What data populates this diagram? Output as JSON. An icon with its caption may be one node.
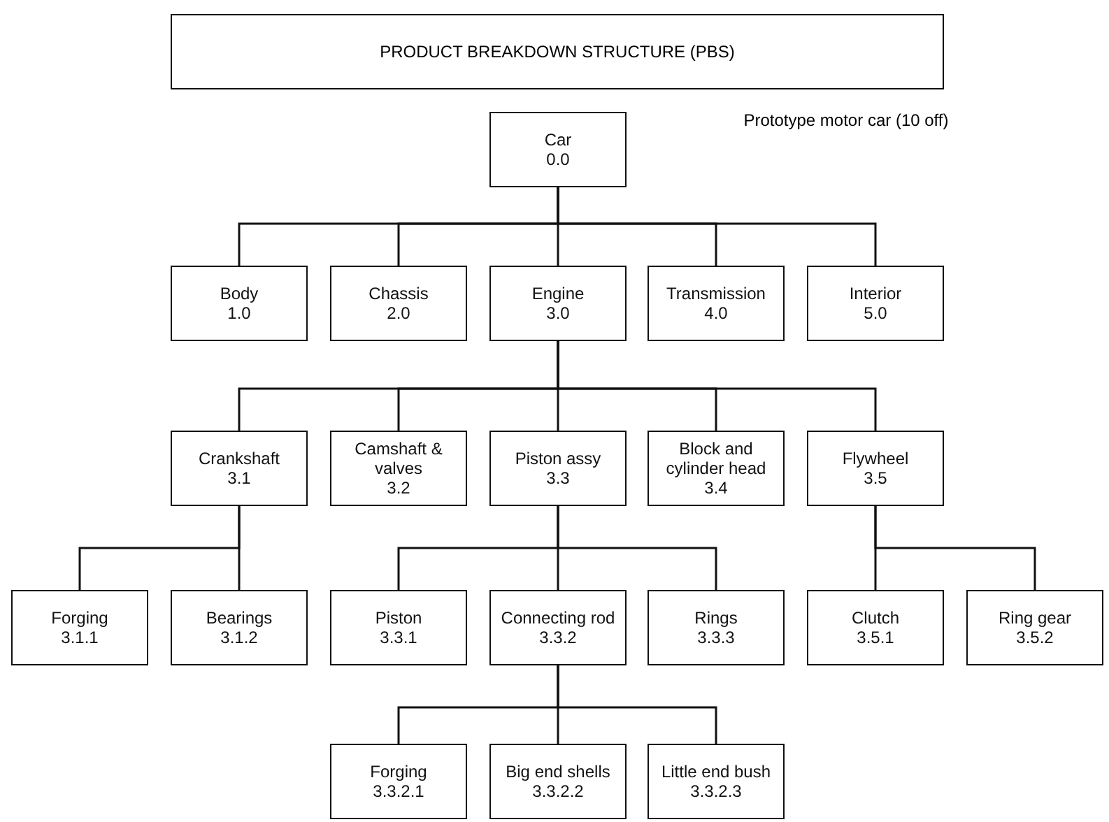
{
  "diagram": {
    "title": "PRODUCT BREAKDOWN STRUCTURE (PBS)",
    "nodes": [
      {
        "text": [
          "Car",
          "0.0"
        ]
      },
      {
        "text": [
          "Body",
          "1.0"
        ]
      },
      {
        "text": [
          "Chassis",
          "2.0"
        ]
      },
      {
        "text": [
          "Engine",
          "3.0"
        ]
      },
      {
        "text": [
          "Transmission",
          "4.0"
        ]
      },
      {
        "text": [
          "Interior",
          "5.0"
        ]
      },
      {
        "text": [
          "Crankshaft",
          "3.1"
        ]
      },
      {
        "text": [
          "Camshaft & valves",
          "3.2"
        ]
      },
      {
        "text": [
          "Piston assy",
          "3.3"
        ]
      },
      {
        "text": [
          "Block and cylinder head",
          "3.4"
        ]
      },
      {
        "text": [
          "Flywheel",
          "3.5"
        ]
      },
      {
        "text": [
          "Forging",
          "3.1.1"
        ]
      },
      {
        "text": [
          "Bearings",
          "3.1.2"
        ]
      },
      {
        "text": [
          "Piston",
          "3.3.1"
        ]
      },
      {
        "text": [
          "Connecting rod",
          "3.3.2"
        ]
      },
      {
        "text": [
          "Rings",
          "3.3.3"
        ]
      },
      {
        "text": [
          "Clutch",
          "3.5.1"
        ]
      },
      {
        "text": [
          "Ring gear",
          "3.5.2"
        ]
      },
      {
        "text": [
          "Forging",
          "3.3.2.1"
        ]
      },
      {
        "text": [
          "Big end shells",
          "3.3.2.2"
        ]
      },
      {
        "text": [
          "Little end bush",
          "3.3.2.3"
        ]
      }
    ],
    "edges": [
      {
        "from": 0,
        "to": 1,
        "arrow": "none"
      },
      {
        "from": 0,
        "to": 2,
        "arrow": "none"
      },
      {
        "from": 0,
        "to": 3,
        "arrow": "none"
      },
      {
        "from": 0,
        "to": 4,
        "arrow": "none"
      },
      {
        "from": 0,
        "to": 5,
        "arrow": "none"
      },
      {
        "from": 3,
        "to": 6,
        "arrow": "none"
      },
      {
        "from": 3,
        "to": 7,
        "arrow": "none"
      },
      {
        "from": 3,
        "to": 8,
        "arrow": "none"
      },
      {
        "from": 3,
        "to": 9,
        "arrow": "none"
      },
      {
        "from": 3,
        "to": 10,
        "arrow": "none"
      },
      {
        "from": 6,
        "to": 11,
        "arrow": "none"
      },
      {
        "from": 6,
        "to": 12,
        "arrow": "none"
      },
      {
        "from": 8,
        "to": 13,
        "arrow": "none"
      },
      {
        "from": 8,
        "to": 14,
        "arrow": "none"
      },
      {
        "from": 8,
        "to": 15,
        "arrow": "none"
      },
      {
        "from": 10,
        "to": 16,
        "arrow": "none"
      },
      {
        "from": 10,
        "to": 17,
        "arrow": "none"
      },
      {
        "from": 14,
        "to": 18,
        "arrow": "none"
      },
      {
        "from": 14,
        "to": 19,
        "arrow": "none"
      },
      {
        "from": 14,
        "to": 20,
        "arrow": "none"
      }
    ],
    "labels": [
      "Prototype motor car (10 off)"
    ]
  }
}
